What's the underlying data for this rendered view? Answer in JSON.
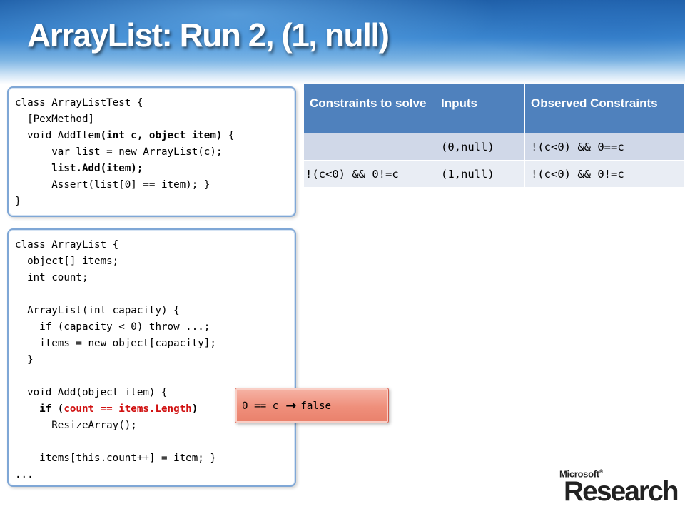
{
  "slide": {
    "title": "ArrayList: Run 2, (1, null)"
  },
  "test_code": [
    [
      {
        "t": "class ArrayListTest {"
      }
    ],
    [
      {
        "t": "  [PexMethod]"
      }
    ],
    [
      {
        "t": "  void AddItem"
      },
      {
        "t": "(int c, object item)",
        "b": true
      },
      {
        "t": " {"
      }
    ],
    [
      {
        "t": "      var list = new ArrayList(c);"
      }
    ],
    [
      {
        "t": "      "
      },
      {
        "t": "list.Add(item);",
        "b": true
      }
    ],
    [
      {
        "t": "      Assert(list[0] == item); }"
      }
    ],
    [
      {
        "t": "}"
      }
    ]
  ],
  "class_code": [
    [
      {
        "t": "class ArrayList {"
      }
    ],
    [
      {
        "t": "  object[] items;"
      }
    ],
    [
      {
        "t": "  int count;"
      }
    ],
    [
      {
        "t": ""
      }
    ],
    [
      {
        "t": "  ArrayList(int capacity) {"
      }
    ],
    [
      {
        "t": "    if (capacity < 0) throw ...;"
      }
    ],
    [
      {
        "t": "    items = new object[capacity];"
      }
    ],
    [
      {
        "t": "  }"
      }
    ],
    [
      {
        "t": ""
      }
    ],
    [
      {
        "t": "  void Add(object item) {"
      }
    ],
    [
      {
        "t": "    "
      },
      {
        "t": "if (",
        "b": true
      },
      {
        "t": "count == items.Length",
        "r": true
      },
      {
        "t": ")",
        "b": true
      }
    ],
    [
      {
        "t": "      ResizeArray();"
      }
    ],
    [
      {
        "t": ""
      }
    ],
    [
      {
        "t": "    items[this.count++] = item; }"
      }
    ],
    [
      {
        "t": "..."
      }
    ]
  ],
  "callout": {
    "expr": "0 == c",
    "arrow": "→",
    "result": "false"
  },
  "table": {
    "headers": [
      "Constraints to solve",
      "Inputs",
      "Observed Constraints"
    ],
    "rows": [
      [
        "",
        "(0,null)",
        "!(c<0) && 0==c"
      ],
      [
        "!(c<0) && 0!=c",
        "(1,null)",
        "!(c<0) && 0!=c"
      ]
    ]
  },
  "logo": {
    "company": "Microsoft",
    "mark": "®",
    "product": "Research"
  },
  "colors": {
    "header_blue": "#1f5fa8",
    "table_header": "#4f81bd",
    "table_row_odd": "#d0d8e8",
    "table_row_even": "#e9edf4",
    "code_highlight_red": "#d01010",
    "callout_fill": "#ef8f7b",
    "code_border": "#7fa7d6"
  }
}
